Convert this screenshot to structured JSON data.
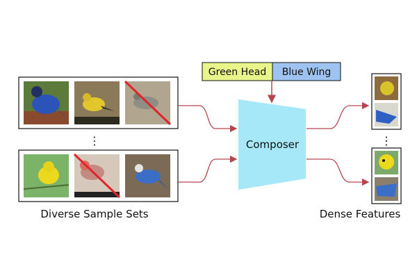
{
  "attributes": {
    "green_head": {
      "label": "Green Head",
      "color": "#e8f58a"
    },
    "blue_wing": {
      "label": "Blue Wing",
      "color": "#9ec3f0"
    }
  },
  "composer": {
    "label": "Composer",
    "color": "#a6e8f7"
  },
  "sample_sets": {
    "caption": "Diverse Sample Sets",
    "ellipsis": "⋮",
    "sets": [
      {
        "images": [
          {
            "subject": "blue-jay",
            "crossed": false
          },
          {
            "subject": "warbler",
            "crossed": false
          },
          {
            "subject": "gray-bird",
            "crossed": true
          }
        ]
      },
      {
        "images": [
          {
            "subject": "yellow-bird",
            "crossed": false
          },
          {
            "subject": "red-bird",
            "crossed": true
          },
          {
            "subject": "blue-jay",
            "crossed": false
          }
        ]
      }
    ]
  },
  "dense_features": {
    "caption": "Dense Features",
    "ellipsis": "⋮"
  },
  "colors": {
    "arrow": "#b5464e",
    "cross": "#e0242c",
    "border": "#111111"
  }
}
